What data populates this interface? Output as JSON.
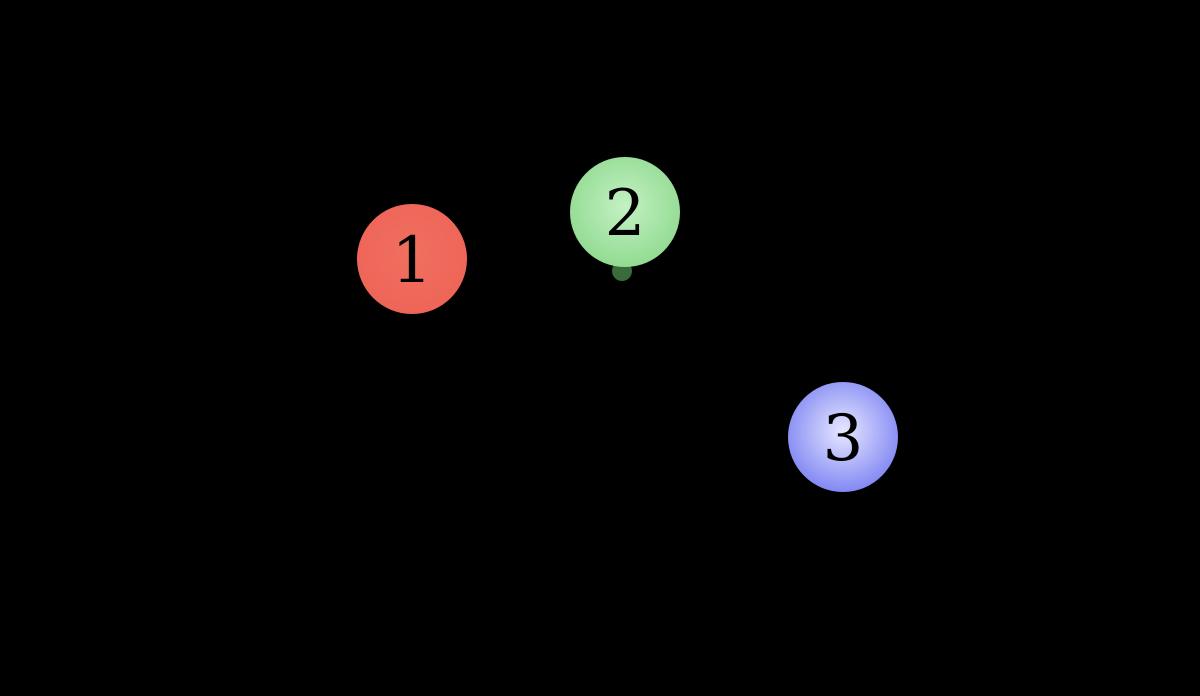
{
  "background": "#000000",
  "nodes": [
    {
      "label": "1",
      "fill": "#ee6457",
      "highlight": "#f07060",
      "icon": "red-circle"
    },
    {
      "label": "2",
      "fill": "#8ed98e",
      "highlight": "#c4f1c4",
      "icon": "green-circle"
    },
    {
      "label": "3",
      "fill": "#7a80f2",
      "highlight": "#e6e8ff",
      "icon": "blue-circle"
    }
  ]
}
